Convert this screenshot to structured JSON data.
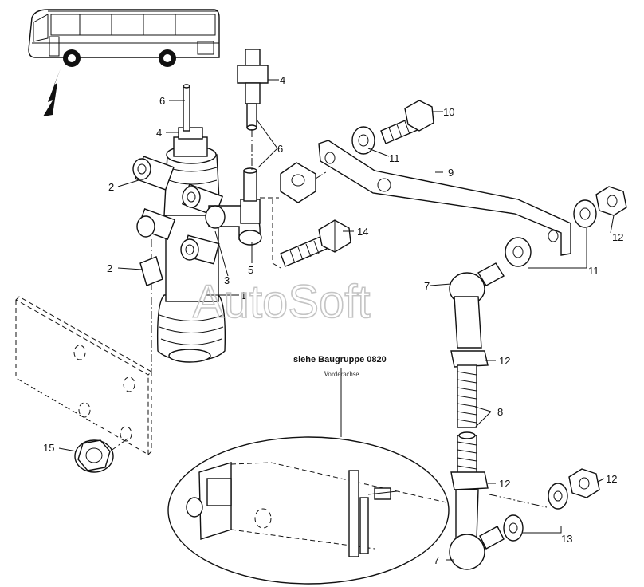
{
  "callouts": {
    "c1": "1",
    "c2a": "2",
    "c2b": "2",
    "c3": "3",
    "c4a": "4",
    "c4b": "4",
    "c5": "5",
    "c6a": "6",
    "c6b": "6",
    "c7a": "7",
    "c7b": "7",
    "c8": "8",
    "c9": "9",
    "c10": "10",
    "c11a": "11",
    "c11b": "11",
    "c12a": "12",
    "c12b": "12",
    "c12c": "12",
    "c12d": "12",
    "c13": "13",
    "c14": "14",
    "c15": "15"
  },
  "detail": {
    "reference": "siehe Baugruppe 0820",
    "caption": "Vorderachse"
  },
  "watermark": "AutoSoft"
}
